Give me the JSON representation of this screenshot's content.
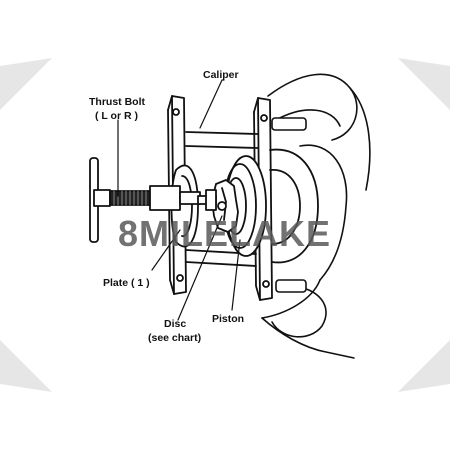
{
  "diagram": {
    "labels": {
      "caliper": "Caliper",
      "thrust_bolt_line1": "Thrust Bolt",
      "thrust_bolt_line2": "( L or R )",
      "plate": "Plate ( 1 )",
      "disc_line1": "Disc",
      "disc_line2": "(see chart)",
      "piston": "Piston"
    },
    "watermark": "8MILELAKE"
  }
}
